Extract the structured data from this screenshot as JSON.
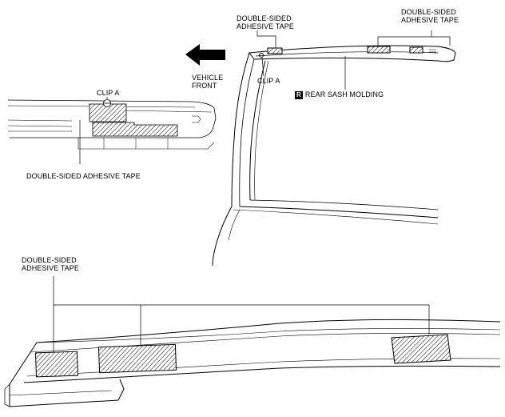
{
  "labels": {
    "top_left_tape": [
      "DOUBLE-SIDED",
      "ADHESIVE TAPE"
    ],
    "top_right_tape": [
      "DOUBLE-SIDED",
      "ADHESIVE TAPE"
    ],
    "vehicle_front": [
      "VEHICLE",
      "FRONT"
    ],
    "clip_a_detail": "CLIP A",
    "clip_a_main": "CLIP A",
    "rear_sash_badge": "R",
    "rear_sash": "REAR SASH MOLDING",
    "detail_tape": "DOUBLE-SIDED ADHESIVE TAPE",
    "bottom_tape": [
      "DOUBLE-SIDED",
      "ADHESIVE TAPE"
    ]
  },
  "colors": {
    "line": "#000000",
    "fill": "#ffffff",
    "hatch": "#000000"
  }
}
